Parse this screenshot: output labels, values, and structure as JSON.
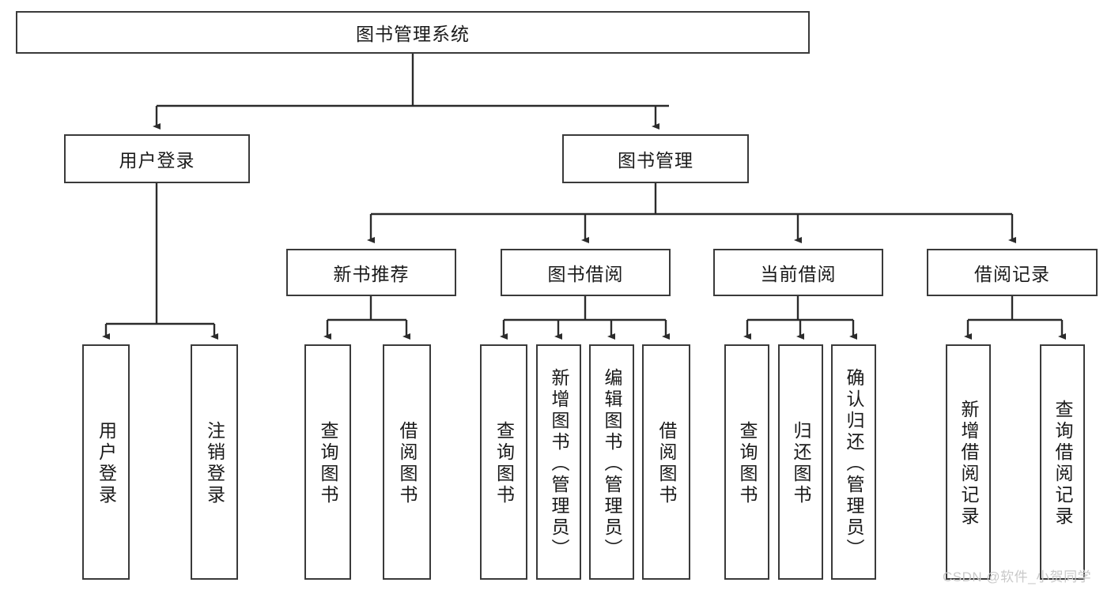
{
  "diagram": {
    "title": "图书管理系统",
    "type": "tree-hierarchy-diagram",
    "colors": {
      "box_border": "#3a3a3a",
      "box_fill": "#ffffff",
      "edge": "#2b2b2b",
      "text": "#1a1a1a",
      "watermark": "#c9c9c9",
      "background": "#ffffff"
    },
    "root": {
      "label": "图书管理系统"
    },
    "level2": [
      {
        "label": "用户登录"
      },
      {
        "label": "图书管理"
      }
    ],
    "level3": [
      {
        "label": "新书推荐"
      },
      {
        "label": "图书借阅"
      },
      {
        "label": "当前借阅"
      },
      {
        "label": "借阅记录"
      }
    ],
    "leaves": {
      "user_login": [
        {
          "label": "用户登录"
        },
        {
          "label": "注销登录"
        }
      ],
      "new_book_recommend": [
        {
          "label": "查询图书"
        },
        {
          "label": "借阅图书"
        }
      ],
      "book_borrow": [
        {
          "label": "查询图书"
        },
        {
          "label": "新增图书（管理员）"
        },
        {
          "label": "编辑图书（管理员）"
        },
        {
          "label": "借阅图书"
        }
      ],
      "current_borrow": [
        {
          "label": "查询图书"
        },
        {
          "label": "归还图书"
        },
        {
          "label": "确认归还（管理员）"
        }
      ],
      "borrow_record": [
        {
          "label": "新增借阅记录"
        },
        {
          "label": "查询借阅记录"
        }
      ]
    }
  },
  "watermark": {
    "text": "CSDN @软件_小贺同学"
  }
}
